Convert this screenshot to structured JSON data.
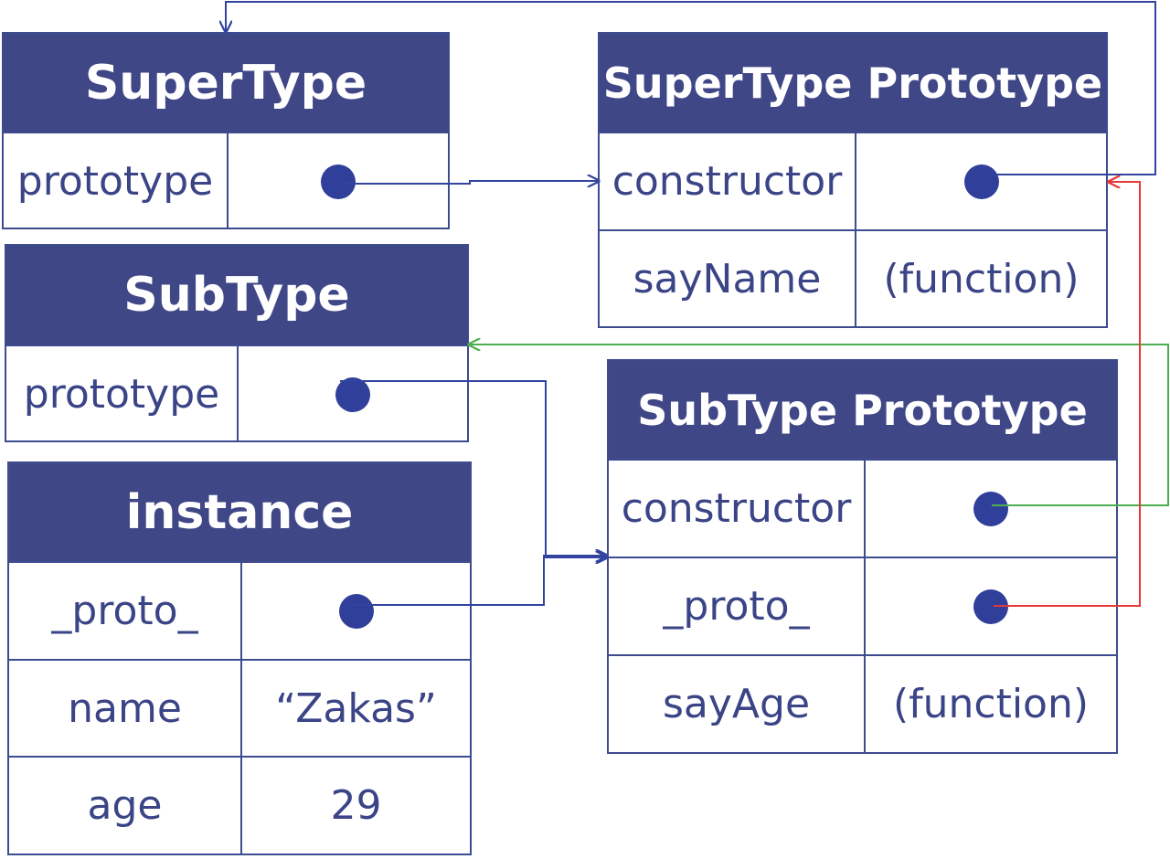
{
  "colors": {
    "header_bg": "#404787",
    "text": "#3a4486",
    "dot": "#2f3f9a",
    "line_blue": "#3344a0",
    "line_green": "#4caf50",
    "line_red": "#e53935"
  },
  "supertype": {
    "title": "SuperType",
    "rows": [
      {
        "key": "prototype",
        "value": ""
      }
    ]
  },
  "supertype_proto": {
    "title": "SuperType Prototype",
    "rows": [
      {
        "key": "constructor",
        "value": ""
      },
      {
        "key": "sayName",
        "value": "(function)"
      }
    ]
  },
  "subtype": {
    "title": "SubType",
    "rows": [
      {
        "key": "prototype",
        "value": ""
      }
    ]
  },
  "subtype_proto": {
    "title": "SubType Prototype",
    "rows": [
      {
        "key": "constructor",
        "value": ""
      },
      {
        "key": "_proto_",
        "value": ""
      },
      {
        "key": "sayAge",
        "value": "(function)"
      }
    ]
  },
  "instance": {
    "title": "instance",
    "rows": [
      {
        "key": "_proto_",
        "value": ""
      },
      {
        "key": "name",
        "value": "“Zakas”"
      },
      {
        "key": "age",
        "value": "29"
      }
    ]
  },
  "references": [
    {
      "from": "supertype.prototype",
      "to": "supertype_proto",
      "color": "blue"
    },
    {
      "from": "supertype_proto.constructor",
      "to": "supertype",
      "color": "blue"
    },
    {
      "from": "subtype.prototype",
      "to": "subtype_proto",
      "color": "blue"
    },
    {
      "from": "instance._proto_",
      "to": "subtype_proto",
      "color": "blue"
    },
    {
      "from": "subtype_proto.constructor",
      "to": "subtype",
      "color": "green"
    },
    {
      "from": "subtype_proto._proto_",
      "to": "supertype_proto",
      "color": "red"
    }
  ]
}
